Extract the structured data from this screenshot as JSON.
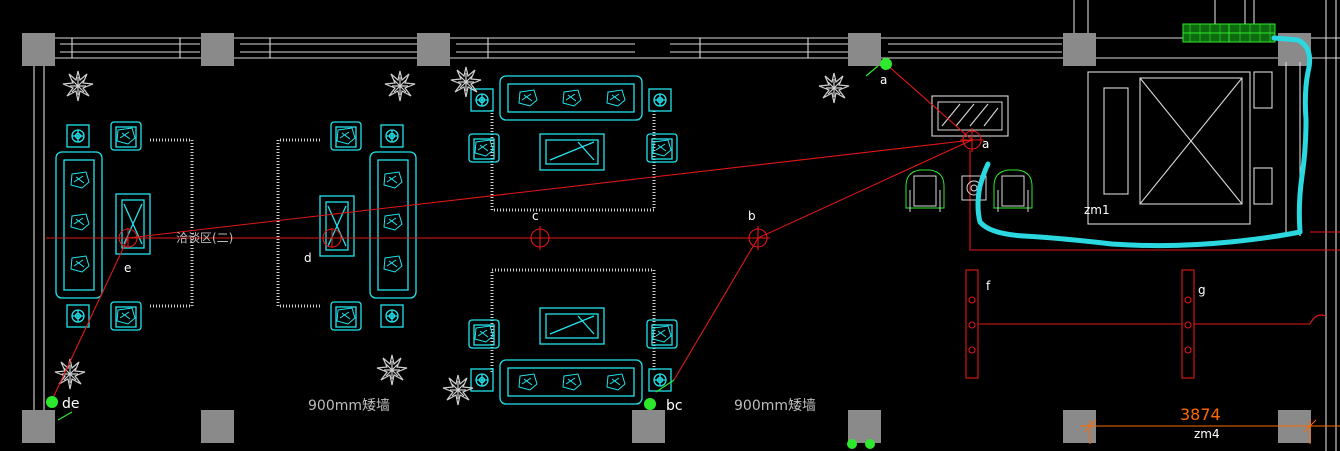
{
  "colors": {
    "background": "#000000",
    "wall": "#d8d8d8",
    "column": "#8a8a8a",
    "furniture": "#22e4ee",
    "route": "#e01818",
    "point": "#2ee82e",
    "highlight": "#2bd8e0",
    "dimension": "#ff6a00",
    "plant": "#d0d0d0"
  },
  "points": [
    {
      "id": "a",
      "label": "a"
    },
    {
      "id": "a2",
      "label": "a"
    },
    {
      "id": "b",
      "label": "b"
    },
    {
      "id": "c",
      "label": "c"
    },
    {
      "id": "d",
      "label": "d"
    },
    {
      "id": "e",
      "label": "e"
    },
    {
      "id": "de",
      "label": "de"
    },
    {
      "id": "bc",
      "label": "bc"
    },
    {
      "id": "f",
      "label": "f"
    },
    {
      "id": "g",
      "label": "g"
    }
  ],
  "labels": {
    "zone": "洽谈区(二)",
    "wall_left": "900mm矮墙",
    "wall_right": "900mm矮墙",
    "door_main": "zm1",
    "door_bottom": "zm4",
    "dimension": "3874"
  }
}
